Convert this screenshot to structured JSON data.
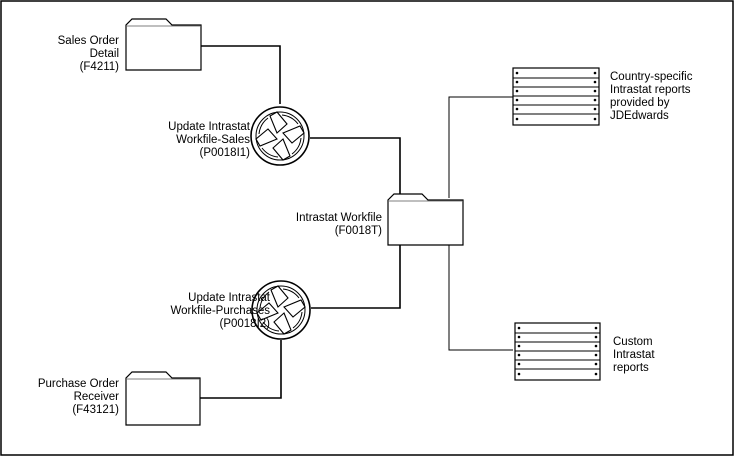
{
  "nodes": {
    "sales_order": {
      "lines": [
        "Sales Order",
        "Detail",
        "(F4211)"
      ]
    },
    "update_sales": {
      "lines": [
        "Update Intrastat",
        "Workfile-Sales",
        "(P0018I1)"
      ]
    },
    "workfile": {
      "lines": [
        "Intrastat Workfile",
        "(F0018T)"
      ]
    },
    "update_purchases": {
      "lines": [
        "Update Intrastat",
        "Workfile-Purchases",
        "(P0018I2)"
      ]
    },
    "purchase_order": {
      "lines": [
        "Purchase Order",
        "Receiver",
        "(F43121)"
      ]
    },
    "country_reports": {
      "lines": [
        "Country-specific",
        "Intrastat reports",
        "provided by",
        "JDEdwards"
      ]
    },
    "custom_reports": {
      "lines": [
        "Custom",
        "Intrastat",
        "reports"
      ]
    }
  }
}
